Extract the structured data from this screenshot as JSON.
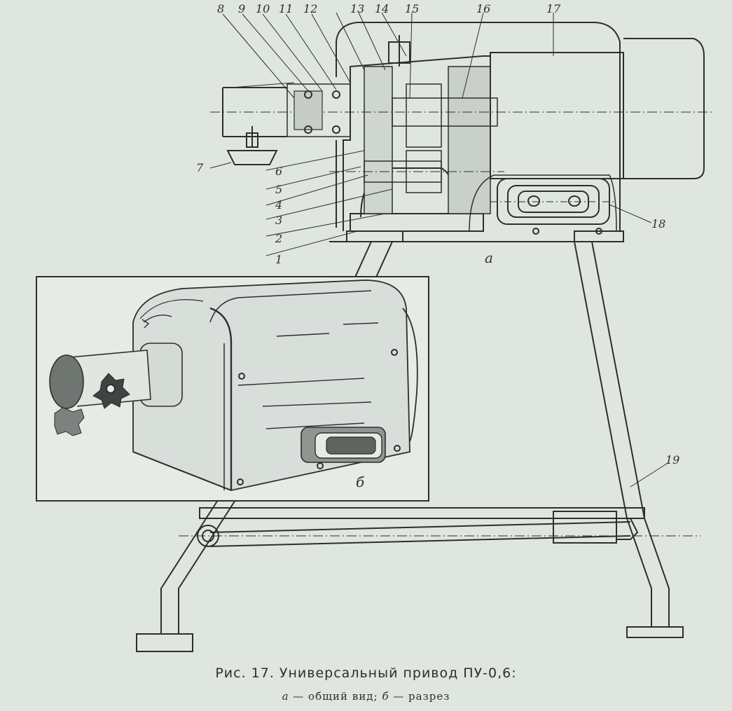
{
  "labels": {
    "callouts": [
      "1",
      "2",
      "3",
      "4",
      "5",
      "6",
      "7",
      "8",
      "9",
      "10",
      "11",
      "12",
      "13",
      "14",
      "15",
      "16",
      "17",
      "18",
      "19"
    ],
    "view_a": "а",
    "view_b": "б"
  },
  "caption": {
    "title": "Рис. 17. Универсальный привод ПУ-0,6:",
    "sub_a_letter": "а",
    "sub_a_text": " — общий вид; ",
    "sub_b_letter": "б",
    "sub_b_text": " — разрез"
  },
  "colors": {
    "paper": "#dfe6e0",
    "ink": "#2b2f2e",
    "inset": "#e6ebe6"
  }
}
